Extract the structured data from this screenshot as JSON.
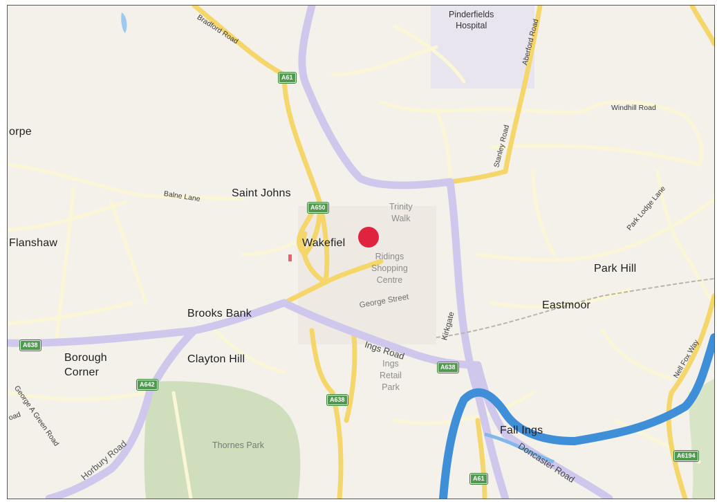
{
  "map": {
    "places": {
      "thorpe": "orpe",
      "saint_johns": "Saint Johns",
      "wakefield": "Wakefiel",
      "flanshaw": "Flanshaw",
      "park_hill": "Park Hill",
      "eastmoor": "Eastmoor",
      "brooks_bank": "Brooks Bank",
      "borough": "Borough",
      "corner": "Corner",
      "clayton_hill": "Clayton Hill",
      "fall_ings": "Fall Ings"
    },
    "pois": {
      "pinderfields_1": "Pinderfields",
      "pinderfields_2": "Hospital",
      "trinity_1": "Trinity",
      "trinity_2": "Walk",
      "ridings_1": "Ridings",
      "ridings_2": "Shopping",
      "ridings_3": "Centre",
      "ings_1": "Ings",
      "ings_2": "Retail",
      "ings_3": "Park",
      "thornes_park": "Thornes Park"
    },
    "streets": {
      "bradford_road": "Bradford Road",
      "aberford_road": "Aberford Road",
      "stanley_road": "Stanley Road",
      "windhill_road": "Windhill Road",
      "park_lodge_lane": "Park Lodge Lane",
      "balne_lane": "Balne Lane",
      "george_street": "George Street",
      "kirkgate": "Kirkgate",
      "ings_road": "Ings Road",
      "nell_fox_way": "Nell Fox Way",
      "george_a_green_road": "George A Green Road",
      "oad": "oad",
      "horbury_road": "Horbury Road",
      "doncaster_road": "Doncaster Road"
    },
    "shields": {
      "a61_top": "A61",
      "a650": "A650",
      "a638_left": "A638",
      "a642": "A642",
      "a638_center": "A638",
      "a638_right": "A638",
      "a61_bottom": "A61",
      "a6194": "A6194"
    },
    "colors": {
      "background": "#f4f1ea",
      "primary_road": "#cfc8ec",
      "secondary_road": "#f5d66a",
      "minor_road": "#fdf8d8",
      "river": "#3f8fd8",
      "park": "#cfdfbd",
      "pin": "#e0233e"
    }
  }
}
